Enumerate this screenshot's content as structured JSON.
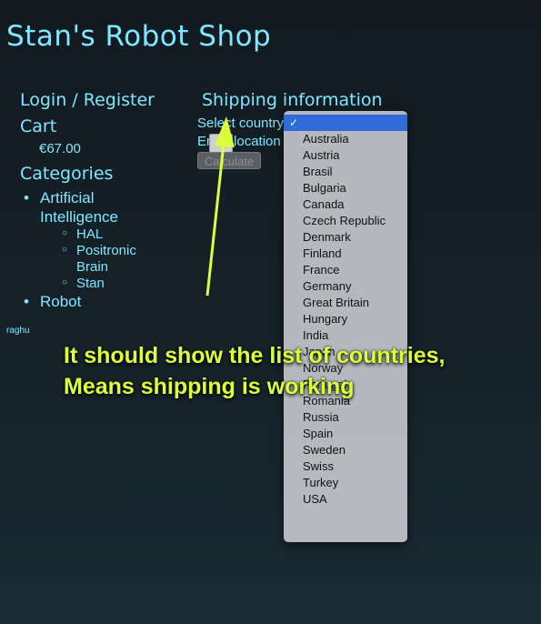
{
  "header": {
    "title": "Stan's Robot Shop"
  },
  "sidebar": {
    "login_label": "Login / Register",
    "cart_label": "Cart",
    "cart_total": "€67.00",
    "categories_label": "Categories",
    "categories": [
      {
        "label": "Artificial Intelligence",
        "children": [
          "HAL",
          "Positronic Brain",
          "Stan"
        ]
      },
      {
        "label": "Robot",
        "children": []
      }
    ]
  },
  "user": {
    "name": "raghu"
  },
  "shipping": {
    "title": "Shipping information",
    "country_label": "Select country",
    "location_label": "Enter location",
    "calculate_label": "Calculate"
  },
  "country_dropdown": {
    "selected_mark": "✓",
    "options": [
      "Australia",
      "Austria",
      "Brasil",
      "Bulgaria",
      "Canada",
      "Czech Republic",
      "Denmark",
      "Finland",
      "France",
      "Germany",
      "Great Britain",
      "Hungary",
      "India",
      "Japan",
      "Norway",
      "Portugal",
      "Romania",
      "Russia",
      "Spain",
      "Sweden",
      "Swiss",
      "Turkey",
      "USA"
    ]
  },
  "annotation": {
    "line1": "It should show the list of countries,",
    "line2": "Means shipping is working",
    "color": "#dcff3a"
  },
  "colors": {
    "accent": "#7fe7ff",
    "selection": "#2f6bd9"
  }
}
